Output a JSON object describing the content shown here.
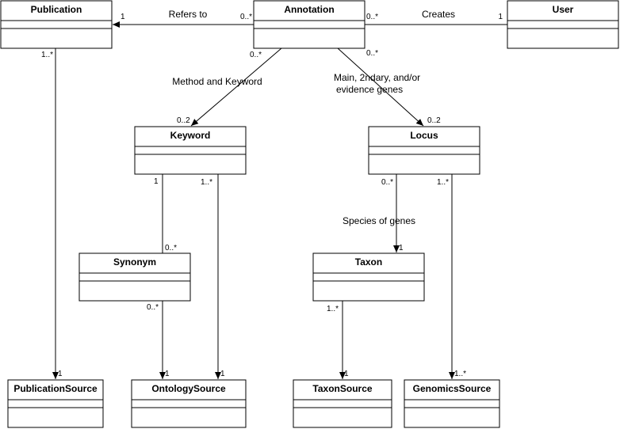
{
  "classes": {
    "publication": "Publication",
    "annotation": "Annotation",
    "user": "User",
    "keyword": "Keyword",
    "locus": "Locus",
    "synonym": "Synonym",
    "taxon": "Taxon",
    "publication_source": "PublicationSource",
    "ontology_source": "OntologySource",
    "taxon_source": "TaxonSource",
    "genomics_source": "GenomicsSource"
  },
  "relations": {
    "refers_to": {
      "label": "Refers to",
      "src_mult": "0..*",
      "dst_mult": "1"
    },
    "creates": {
      "label": "Creates",
      "src_mult": "0..*",
      "dst_mult": "1"
    },
    "method_keyword": {
      "label": "Method and Keyword",
      "src_mult": "0..*",
      "dst_mult": "0..2"
    },
    "main_genes": {
      "label_line1": "Main, 2ndary, and/or",
      "label_line2": "evidence genes",
      "src_mult": "0..*",
      "dst_mult": "0..2"
    },
    "pub_source": {
      "src_mult": "1..*",
      "dst_mult": "1"
    },
    "keyword_synonym": {
      "src_mult": "1",
      "dst_mult": "0..*"
    },
    "keyword_ontology": {
      "src_mult": "1..*",
      "dst_mult": "1"
    },
    "synonym_ontology": {
      "src_mult": "0..*",
      "dst_mult": "1"
    },
    "species_of_genes": {
      "label": "Species of genes",
      "src_mult": "0..*",
      "dst_mult": "1"
    },
    "taxon_source": {
      "src_mult": "1..*",
      "dst_mult": "1"
    },
    "genomics_source": {
      "src_mult": "1..*",
      "dst_mult": "1..*"
    }
  }
}
